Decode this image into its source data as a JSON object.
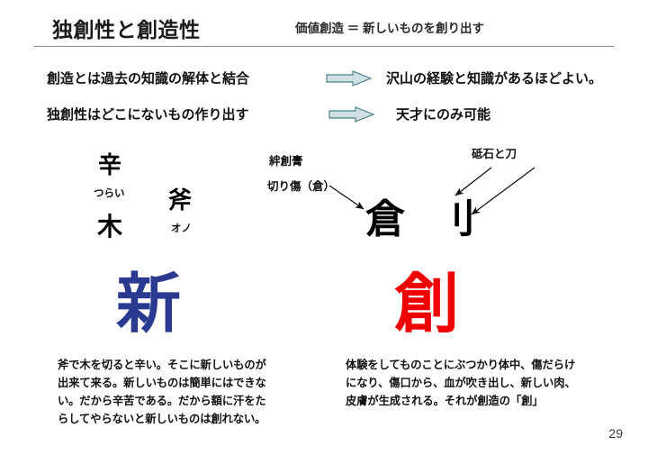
{
  "slide": {
    "background_color": "#ffffff",
    "page_number": "29",
    "title": "独創性と創造性",
    "subtitle": "価値創造  ＝  新しいものを創り出す",
    "rule_color": "#8c8c8c"
  },
  "statements": [
    {
      "left": "創造とは過去の知識の解体と結合",
      "arrow_icon": "block-arrow-right-icon",
      "right": "沢山の経験と知識があるほどよい。"
    },
    {
      "left": "独創性はどこにないもの作り出す",
      "arrow_icon": "block-arrow-right-icon",
      "right": "天才にのみ可能"
    }
  ],
  "arrow_style": {
    "fill": "#cfe0e4",
    "stroke": "#4f7f86"
  },
  "left_group": {
    "char_top": "辛",
    "reading_top": "つらい",
    "char_bottom": "木",
    "char_side": "斧",
    "reading_side": "オノ",
    "result_char": "新",
    "result_color": "#2b3a91"
  },
  "right_group": {
    "label_top": "絆創膏",
    "label_sub": "切り傷（倉）",
    "char_left": "倉",
    "char_right": "刂",
    "label_right": "砥石と刀",
    "result_char": "創",
    "result_color": "#ee0000"
  },
  "paragraphs": {
    "left": [
      "斧で木を切ると辛い。そこに新しいものが",
      "出来て来る。新しいものは簡単にはできな",
      "い。だから辛苦である。だから額に汗をた",
      "らしてやらないと新しいものは創れない。"
    ],
    "right": [
      "体験をしてものことにぶつかり体中、傷だらけ",
      "になり、傷口から、血が吹き出し、新しい肉、",
      "皮膚が生成される。それが創造の「創」"
    ]
  }
}
